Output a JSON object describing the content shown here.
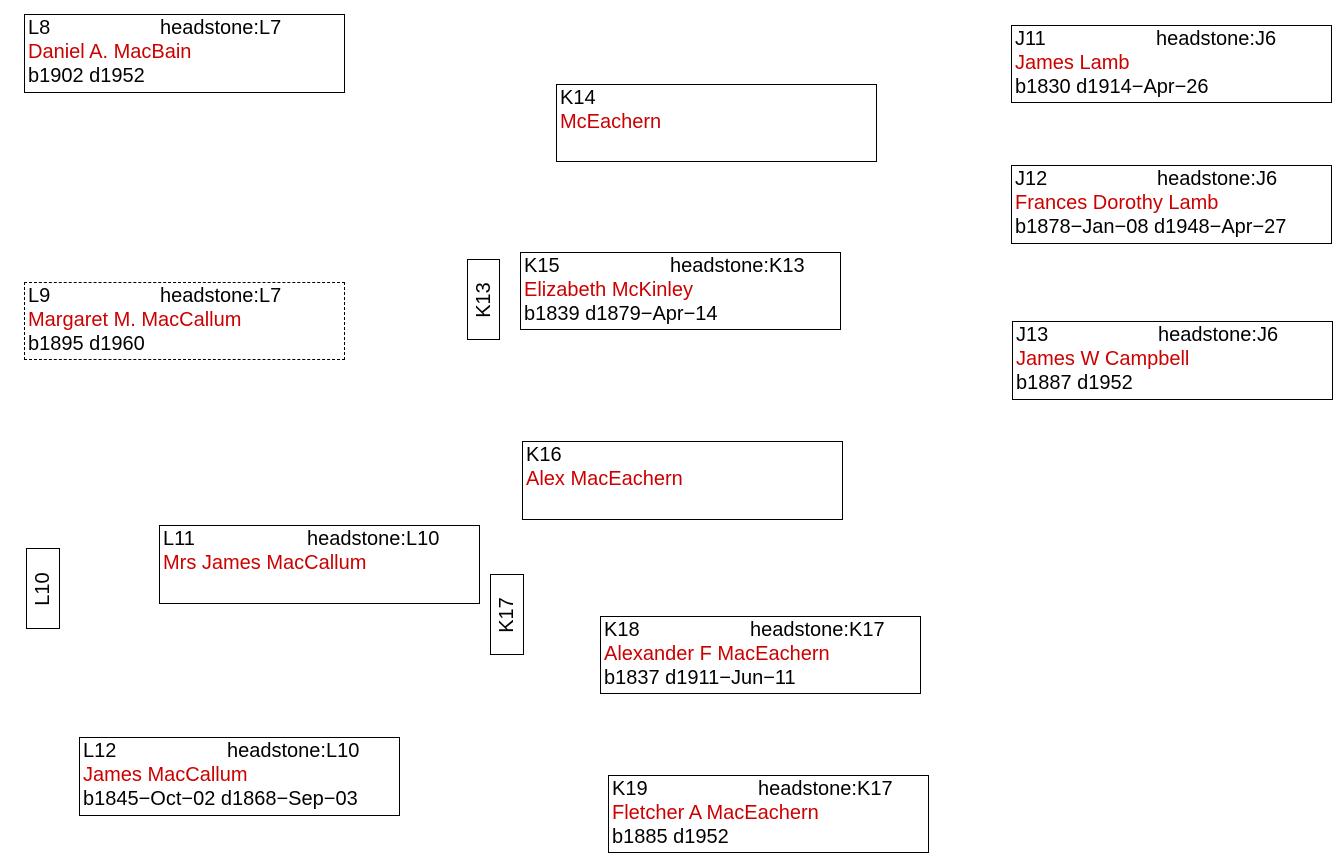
{
  "plots": {
    "L8": {
      "id": "L8",
      "headstone": "headstone:L7",
      "name": "Daniel A.  MacBain",
      "dates": "b1902 d1952"
    },
    "L9": {
      "id": "L9",
      "headstone": "headstone:L7",
      "name": "Margaret M. MacCallum",
      "dates": "b1895 d1960"
    },
    "L11": {
      "id": "L11",
      "headstone": "headstone:L10",
      "name": "Mrs James MacCallum",
      "dates": ""
    },
    "L12": {
      "id": "L12",
      "headstone": "headstone:L10",
      "name": "James MacCallum",
      "dates": "b1845−Oct−02 d1868−Sep−03"
    },
    "K14": {
      "id": "K14",
      "headstone": "",
      "name": "McEachern",
      "dates": ""
    },
    "K15": {
      "id": "K15",
      "headstone": "headstone:K13",
      "name": "Elizabeth McKinley",
      "dates": "b1839 d1879−Apr−14"
    },
    "K16": {
      "id": "K16",
      "headstone": "",
      "name": "Alex MacEachern",
      "dates": ""
    },
    "K18": {
      "id": "K18",
      "headstone": "headstone:K17",
      "name": "Alexander F MacEachern",
      "dates": "b1837 d1911−Jun−11"
    },
    "K19": {
      "id": "K19",
      "headstone": "headstone:K17",
      "name": "Fletcher A MacEachern",
      "dates": "b1885 d1952"
    },
    "J11": {
      "id": "J11",
      "headstone": "headstone:J6",
      "name": "James Lamb",
      "dates": "b1830 d1914−Apr−26"
    },
    "J12": {
      "id": "J12",
      "headstone": "headstone:J6",
      "name": "Frances Dorothy Lamb",
      "dates": "b1878−Jan−08 d1948−Apr−27"
    },
    "J13": {
      "id": "J13",
      "headstone": "headstone:J6",
      "name": "James W Campbell",
      "dates": "b1887 d1952"
    }
  },
  "markers": {
    "K13": "K13",
    "K17": "K17",
    "L10": "L10"
  },
  "colors": {
    "name": "#cc0000",
    "text": "#000000",
    "border": "#000000"
  }
}
